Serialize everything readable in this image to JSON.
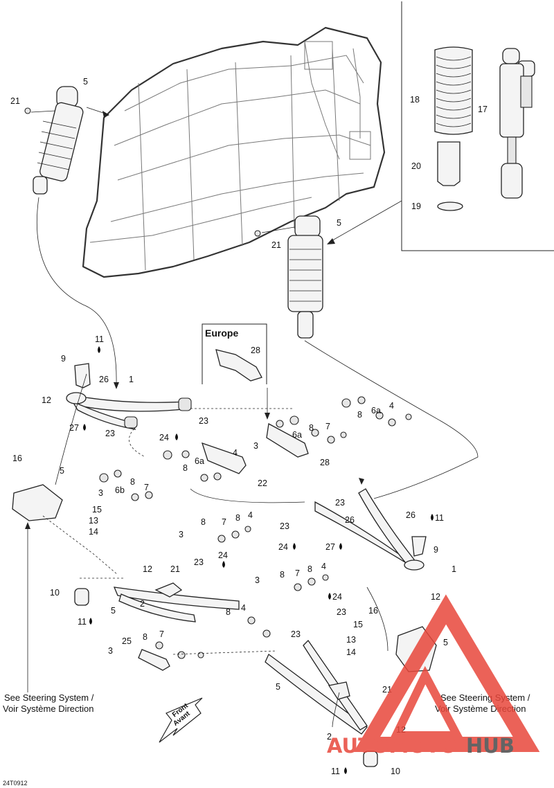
{
  "diagram": {
    "region_label": "Europe",
    "drawing_code": "24T0912",
    "note_left": [
      "See Steering System /",
      "Voir Système Direction"
    ],
    "note_right": [
      "See Steering System /",
      "Voir Système Direction"
    ],
    "front_arrow": [
      "Front",
      "Avant"
    ],
    "callouts": {
      "c1a": "1",
      "c1b": "1",
      "c2a": "2",
      "c2b": "2",
      "c3a": "3",
      "c3b": "3",
      "c3c": "3",
      "c3d": "3",
      "c3e": "3",
      "c4a": "4",
      "c4b": "4",
      "c4c": "4",
      "c4d": "4",
      "c4e": "4",
      "c5a": "5",
      "c5b": "5",
      "c5c": "5",
      "c5d": "5",
      "c5e": "5",
      "c5f": "5",
      "c6aa": "6a",
      "c6ab": "6a",
      "c6ac": "6a",
      "c6b": "6b",
      "c7a": "7",
      "c7b": "7",
      "c7c": "7",
      "c7d": "7",
      "c7e": "7",
      "c8a": "8",
      "c8b": "8",
      "c8c": "8",
      "c8d": "8",
      "c8e": "8",
      "c8f": "8",
      "c8g": "8",
      "c8h": "8",
      "c9a": "9",
      "c9b": "9",
      "c10a": "10",
      "c10b": "10",
      "c11a": "11",
      "c11b": "11",
      "c11c": "11",
      "c11d": "11",
      "c12a": "12",
      "c12b": "12",
      "c12c": "12",
      "c12d": "12",
      "c13a": "13",
      "c13b": "13",
      "c14a": "14",
      "c14b": "14",
      "c15a": "15",
      "c15b": "15",
      "c16a": "16",
      "c16b": "16",
      "c17": "17",
      "c18": "18",
      "c19": "19",
      "c20": "20",
      "c21a": "21",
      "c21b": "21",
      "c21c": "21",
      "c21d": "21",
      "c22": "22",
      "c23a": "23",
      "c23b": "23",
      "c23c": "23",
      "c23d": "23",
      "c23e": "23",
      "c23f": "23",
      "c23g": "23",
      "c24a": "24",
      "c24b": "24",
      "c24c": "24",
      "c24d": "24",
      "c25": "25",
      "c26a": "26",
      "c26b": "26",
      "c26c": "26",
      "c27a": "27",
      "c27b": "27",
      "c28a": "28",
      "c28b": "28"
    }
  },
  "watermark": {
    "brand_a": "AUTOMOTO",
    "brand_b": "HUB",
    "color_main": "#e8473b",
    "color_dark": "#4a4a4a"
  }
}
